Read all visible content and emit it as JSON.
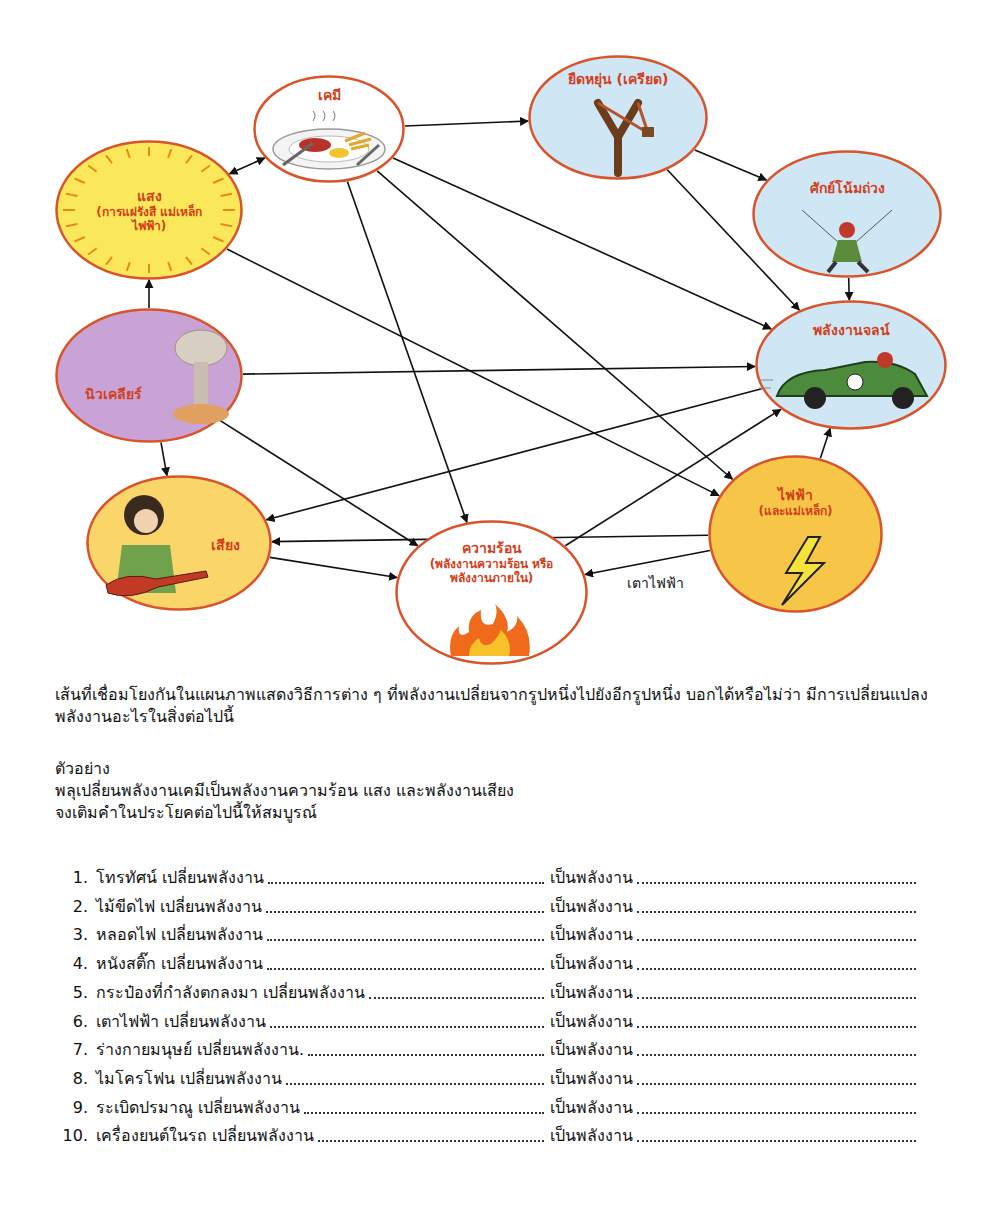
{
  "diagram": {
    "nodes": [
      {
        "text": [
          "เคมี"
        ]
      },
      {
        "text": [
          "ยืดหยุ่น (เครียด)"
        ]
      },
      {
        "text": [
          "ศักย์โน้มถ่วง"
        ]
      },
      {
        "text": [
          "แสง",
          "(การแผ่รังสี แม่เหล็กไฟฟ้า)"
        ]
      },
      {
        "text": [
          "พลังงานจลน์"
        ]
      },
      {
        "text": [
          "นิวเคลียร์"
        ]
      },
      {
        "text": [
          "ไฟฟ้า",
          "(และแม่เหล็ก)"
        ]
      },
      {
        "text": [
          "เสียง"
        ]
      },
      {
        "text": [
          "ความร้อน",
          "(พลังงานความร้อน หรือพลังงานภายใน)"
        ]
      }
    ],
    "edges": [
      {
        "from": 3,
        "to": 0,
        "arrow": "both"
      },
      {
        "from": 0,
        "to": 1,
        "arrow": "to"
      },
      {
        "from": 1,
        "to": 2,
        "arrow": "to"
      },
      {
        "from": 2,
        "to": 4,
        "arrow": "to"
      },
      {
        "from": 6,
        "to": 4,
        "arrow": "to"
      },
      {
        "from": 1,
        "to": 4,
        "arrow": "to"
      },
      {
        "from": 0,
        "to": 8,
        "arrow": "to"
      },
      {
        "from": 0,
        "to": 6,
        "arrow": "to"
      },
      {
        "from": 0,
        "to": 4,
        "arrow": "to"
      },
      {
        "from": 3,
        "to": 6,
        "arrow": "to"
      },
      {
        "from": 5,
        "to": 3,
        "arrow": "to"
      },
      {
        "from": 5,
        "to": 7,
        "arrow": "to"
      },
      {
        "from": 5,
        "to": 4,
        "arrow": "to"
      },
      {
        "from": 5,
        "to": 8,
        "arrow": "to"
      },
      {
        "from": 4,
        "to": 7,
        "arrow": "to"
      },
      {
        "from": 6,
        "to": 7,
        "arrow": "to"
      },
      {
        "from": 7,
        "to": 8,
        "arrow": "to"
      },
      {
        "from": 6,
        "to": 8,
        "arrow": "to",
        "label": "เตาไฟฟ้า"
      },
      {
        "from": 8,
        "to": 4,
        "arrow": "to"
      }
    ],
    "labels": [
      "เส้นที่เชื่อมโยงกันในแผนภาพแสดงวิธีการต่าง ๆ ที่พลังงานเปลี่ยนจากรูปหนึ่งไปยังอีกรูปหนึ่ง บอกได้หรือไม่ว่า มีการเปลี่ยนแปลงพลังงานอะไรในสิ่งต่อไปนี้",
      "ตัวอย่าง",
      "พลุเปลี่ยนพลังงานเคมีเป็นพลังงานความร้อน แสง และพลังงานเสียง",
      "จงเติมคำในประโยคต่อไปนี้ให้สมบูรณ์",
      "1.",
      "โทรทัศน์ เปลี่ยนพลังงาน",
      "เป็นพลังงาน",
      "2.",
      "ไม้ขีดไฟ เปลี่ยนพลังงาน",
      "เป็นพลังงาน",
      "3.",
      "หลอดไฟ เปลี่ยนพลังงาน",
      "เป็นพลังงาน",
      "4.",
      "หนังสติ๊ก เปลี่ยนพลังงาน",
      "เป็นพลังงาน",
      "5.",
      "กระป๋องที่กำลังตกลงมา เปลี่ยนพลังงาน",
      "เป็นพลังงาน",
      "6.",
      "เตาไฟฟ้า เปลี่ยนพลังงาน",
      "เป็นพลังงาน",
      "7.",
      "ร่างกายมนุษย์ เปลี่ยนพลังงาน.",
      "เป็นพลังงาน",
      "8.",
      "ไมโครโฟน เปลี่ยนพลังงาน",
      "เป็นพลังงาน",
      "9.",
      "ระเบิดปรมาณู เปลี่ยนพลังงาน",
      "เป็นพลังงาน",
      "10.",
      "เครื่องยนต์ในรถ เปลี่ยนพลังงาน",
      "เป็นพลังงาน"
    ]
  }
}
